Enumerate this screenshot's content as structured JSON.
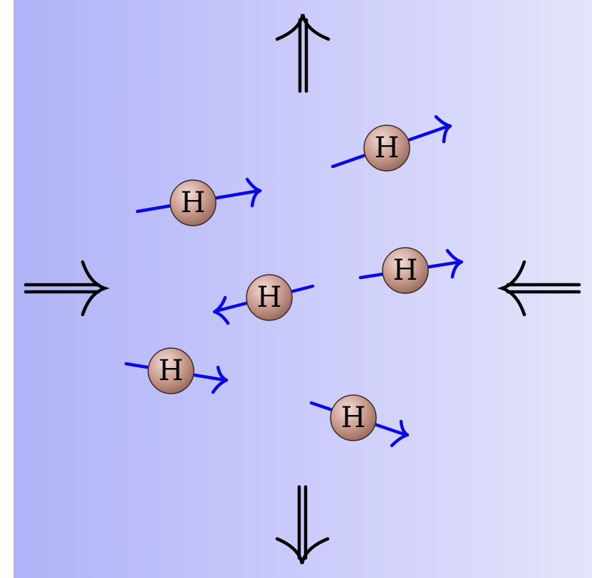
{
  "diagram": {
    "colors": {
      "gradient_left": "#b0b2f8",
      "gradient_right": "#e4e4fb",
      "spin_arrow": "#0a0ae6",
      "atom_light": "#f3ded7",
      "atom_mid": "#c99a8c",
      "atom_dark": "#8f6557",
      "double_arrow": "#000000"
    },
    "atoms": [
      {
        "label": "H"
      },
      {
        "label": "H"
      },
      {
        "label": "H"
      },
      {
        "label": "H"
      },
      {
        "label": "H"
      },
      {
        "label": "H"
      }
    ],
    "pressure_arrows": [
      {
        "icon": "double-arrow-up-icon"
      },
      {
        "icon": "double-arrow-down-icon"
      },
      {
        "icon": "double-arrow-right-icon"
      },
      {
        "icon": "double-arrow-left-icon"
      }
    ]
  }
}
